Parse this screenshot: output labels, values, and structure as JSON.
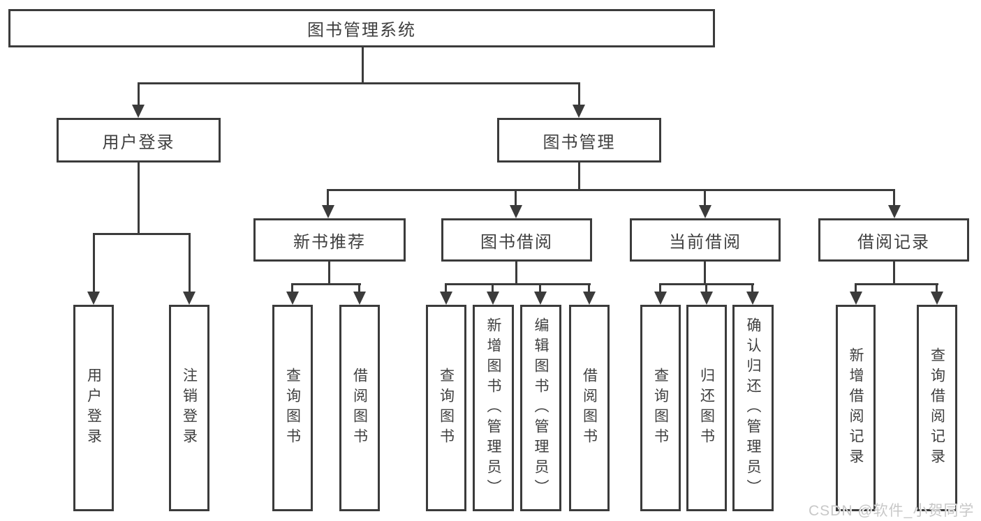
{
  "diagram": {
    "root": {
      "label": "图书管理系统"
    },
    "level2": [
      {
        "label": "用户登录"
      },
      {
        "label": "图书管理"
      }
    ],
    "level3": [
      {
        "label": "新书推荐"
      },
      {
        "label": "图书借阅"
      },
      {
        "label": "当前借阅"
      },
      {
        "label": "借阅记录"
      }
    ],
    "leaves": {
      "login": [
        {
          "label": "用户登录"
        },
        {
          "label": "注销登录"
        }
      ],
      "recommend": [
        {
          "label": "查询图书"
        },
        {
          "label": "借阅图书"
        }
      ],
      "borrow": [
        {
          "label": "查询图书"
        },
        {
          "label": "新增图书（管理员）"
        },
        {
          "label": "编辑图书（管理员）"
        },
        {
          "label": "借阅图书"
        }
      ],
      "current": [
        {
          "label": "查询图书"
        },
        {
          "label": "归还图书"
        },
        {
          "label": "确认归还（管理员）"
        }
      ],
      "records": [
        {
          "label": "新增借阅记录"
        },
        {
          "label": "查询借阅记录"
        }
      ]
    }
  },
  "watermark": "CSDN @软件_小贺同学",
  "colors": {
    "line": "#3b3b3b",
    "text": "#3f3f3f",
    "box_fill": "#ffffff",
    "watermark": "#c8c8c8",
    "background": "#ffffff"
  }
}
